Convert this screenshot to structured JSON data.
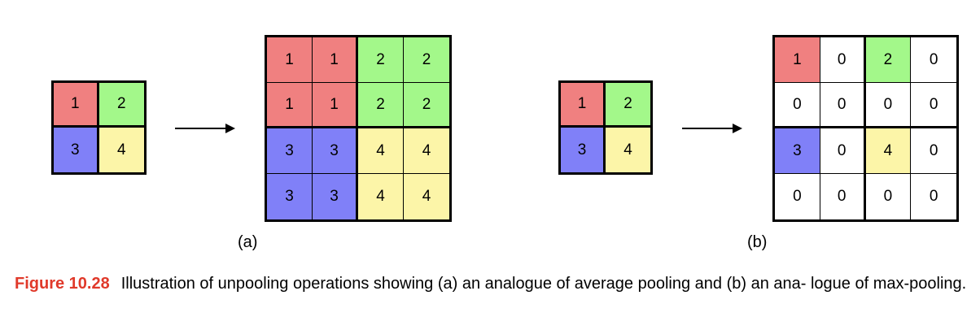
{
  "colors": {
    "red": "#f08080",
    "green": "#a3f88a",
    "blue": "#8080f8",
    "yellow": "#fcf5a8",
    "white": "#ffffff",
    "caption_accent": "#e0392a"
  },
  "panel_a": {
    "input": [
      [
        "1",
        "2"
      ],
      [
        "3",
        "4"
      ]
    ],
    "input_colors": [
      [
        "red",
        "green"
      ],
      [
        "blue",
        "yellow"
      ]
    ],
    "output": [
      [
        "1",
        "1",
        "2",
        "2"
      ],
      [
        "1",
        "1",
        "2",
        "2"
      ],
      [
        "3",
        "3",
        "4",
        "4"
      ],
      [
        "3",
        "3",
        "4",
        "4"
      ]
    ],
    "output_colors": [
      [
        "red",
        "red",
        "green",
        "green"
      ],
      [
        "red",
        "red",
        "green",
        "green"
      ],
      [
        "blue",
        "blue",
        "yellow",
        "yellow"
      ],
      [
        "blue",
        "blue",
        "yellow",
        "yellow"
      ]
    ],
    "label": "(a)"
  },
  "panel_b": {
    "input": [
      [
        "1",
        "2"
      ],
      [
        "3",
        "4"
      ]
    ],
    "input_colors": [
      [
        "red",
        "green"
      ],
      [
        "blue",
        "yellow"
      ]
    ],
    "output": [
      [
        "1",
        "0",
        "2",
        "0"
      ],
      [
        "0",
        "0",
        "0",
        "0"
      ],
      [
        "3",
        "0",
        "4",
        "0"
      ],
      [
        "0",
        "0",
        "0",
        "0"
      ]
    ],
    "output_colors": [
      [
        "red",
        "white",
        "green",
        "white"
      ],
      [
        "white",
        "white",
        "white",
        "white"
      ],
      [
        "blue",
        "white",
        "yellow",
        "white"
      ],
      [
        "white",
        "white",
        "white",
        "white"
      ]
    ],
    "label": "(b)"
  },
  "caption": {
    "figure_label": "Figure 10.28",
    "text": "Illustration of unpooling operations showing (a) an analogue of average pooling and (b) an ana- logue of max-pooling."
  }
}
